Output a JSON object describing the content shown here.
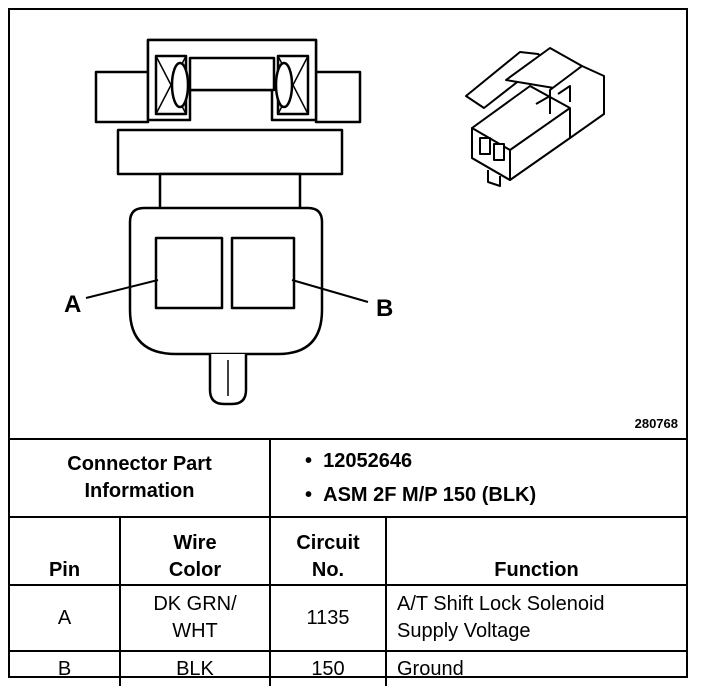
{
  "figure_number": "280768",
  "pin_labels": {
    "a": "A",
    "b": "B"
  },
  "connector": {
    "label_line1": "Connector Part",
    "label_line2": "Information",
    "values": [
      "12052646",
      "ASM 2F M/P 150 (BLK)"
    ],
    "bullet": "•"
  },
  "headers": {
    "pin": "Pin",
    "wire_color_1": "Wire",
    "wire_color_2": "Color",
    "circuit_1": "Circuit",
    "circuit_2": "No.",
    "function": "Function"
  },
  "rows": [
    {
      "pin": "A",
      "wire_1": "DK GRN/",
      "wire_2": "WHT",
      "circuit": "1135",
      "function_1": "A/T Shift Lock Solenoid",
      "function_2": "Supply Voltage"
    },
    {
      "pin": "B",
      "wire_1": "BLK",
      "wire_2": "",
      "circuit": "150",
      "function_1": "Ground",
      "function_2": ""
    }
  ]
}
